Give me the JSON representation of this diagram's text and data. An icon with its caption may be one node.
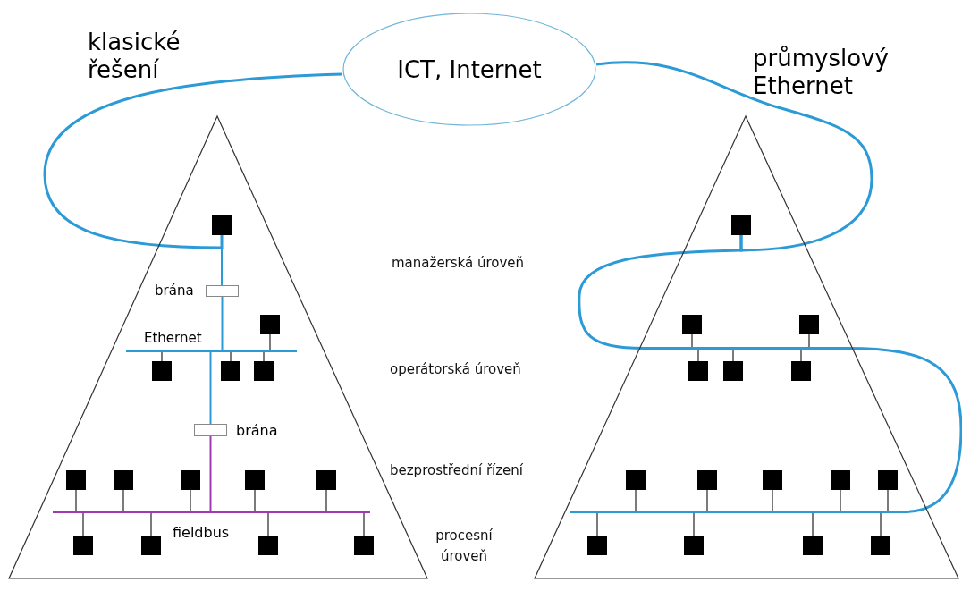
{
  "diagram": {
    "nodes": [
      {
        "text": [
          "ICT, Internet"
        ]
      },
      {
        "text": [],
        "shape": "triangle",
        "beside": [
          "klasické řešení"
        ]
      },
      {
        "text": [],
        "shape": "triangle",
        "beside": [
          "průmyslový Ethernet"
        ]
      },
      {
        "text": [],
        "shape": "box",
        "in": 1
      },
      {
        "text": [],
        "shape": "box",
        "in": 1,
        "beside": [
          "brána"
        ]
      },
      {
        "text": [],
        "shape": "bar",
        "in": 1,
        "beside": [
          "Ethernet"
        ]
      },
      {
        "text": [],
        "shape": "box",
        "in": 1
      },
      {
        "text": [],
        "shape": "box",
        "in": 1
      },
      {
        "text": [],
        "shape": "box",
        "in": 1
      },
      {
        "text": [],
        "shape": "box",
        "in": 1
      },
      {
        "text": [],
        "shape": "box",
        "in": 1,
        "beside": [
          "brána"
        ]
      },
      {
        "text": [],
        "shape": "box",
        "in": 1
      },
      {
        "text": [],
        "shape": "box",
        "in": 1
      },
      {
        "text": [],
        "shape": "box",
        "in": 1
      },
      {
        "text": [],
        "shape": "box",
        "in": 1
      },
      {
        "text": [],
        "shape": "box",
        "in": 1
      },
      {
        "text": [],
        "shape": "bar",
        "in": 1,
        "beside": [
          "fieldbus"
        ]
      },
      {
        "text": [],
        "shape": "box",
        "in": 1
      },
      {
        "text": [],
        "shape": "box",
        "in": 1
      },
      {
        "text": [],
        "shape": "box",
        "in": 1
      },
      {
        "text": [],
        "shape": "box",
        "in": 1
      },
      {
        "text": [],
        "shape": "box",
        "in": 2
      },
      {
        "text": [],
        "shape": "box",
        "in": 2
      },
      {
        "text": [],
        "shape": "box",
        "in": 2
      },
      {
        "text": [],
        "shape": "bar",
        "in": 2
      },
      {
        "text": [],
        "shape": "box",
        "in": 2
      },
      {
        "text": [],
        "shape": "box",
        "in": 2
      },
      {
        "text": [],
        "shape": "box",
        "in": 2
      },
      {
        "text": [],
        "shape": "box",
        "in": 2
      },
      {
        "text": [],
        "shape": "box",
        "in": 2
      },
      {
        "text": [],
        "shape": "box",
        "in": 2
      },
      {
        "text": [],
        "shape": "box",
        "in": 2
      },
      {
        "text": [],
        "shape": "box",
        "in": 2
      },
      {
        "text": [],
        "shape": "bar",
        "in": 2
      },
      {
        "text": [],
        "shape": "box",
        "in": 2
      },
      {
        "text": [],
        "shape": "box",
        "in": 2
      },
      {
        "text": [],
        "shape": "box",
        "in": 2
      },
      {
        "text": [],
        "shape": "box",
        "in": 2
      }
    ],
    "edges": [
      {
        "from": 0,
        "to": 3,
        "arrow": "none",
        "style": "thick",
        "color": "#2b9ad6"
      },
      {
        "from": 3,
        "to": 4,
        "arrow": "none",
        "color": "#2b9ad6"
      },
      {
        "from": 4,
        "to": 5,
        "arrow": "none",
        "color": "#2b9ad6"
      },
      {
        "from": 6,
        "to": 5,
        "arrow": "none"
      },
      {
        "from": 7,
        "to": 5,
        "arrow": "none"
      },
      {
        "from": 8,
        "to": 5,
        "arrow": "none"
      },
      {
        "from": 9,
        "to": 5,
        "arrow": "none"
      },
      {
        "from": 5,
        "to": 10,
        "arrow": "none",
        "color": "#2b9ad6"
      },
      {
        "from": 10,
        "to": 16,
        "arrow": "none",
        "color": "#a238b4"
      },
      {
        "from": 11,
        "to": 16,
        "arrow": "none"
      },
      {
        "from": 12,
        "to": 16,
        "arrow": "none"
      },
      {
        "from": 13,
        "to": 16,
        "arrow": "none"
      },
      {
        "from": 14,
        "to": 16,
        "arrow": "none"
      },
      {
        "from": 15,
        "to": 16,
        "arrow": "none"
      },
      {
        "from": 17,
        "to": 16,
        "arrow": "none"
      },
      {
        "from": 18,
        "to": 16,
        "arrow": "none"
      },
      {
        "from": 19,
        "to": 16,
        "arrow": "none"
      },
      {
        "from": 20,
        "to": 16,
        "arrow": "none"
      },
      {
        "from": 0,
        "to": 21,
        "arrow": "none",
        "style": "thick",
        "color": "#2b9ad6"
      },
      {
        "from": 21,
        "to": 24,
        "arrow": "none",
        "style": "thick",
        "color": "#2b9ad6"
      },
      {
        "from": 22,
        "to": 24,
        "arrow": "none"
      },
      {
        "from": 23,
        "to": 24,
        "arrow": "none"
      },
      {
        "from": 25,
        "to": 24,
        "arrow": "none"
      },
      {
        "from": 26,
        "to": 24,
        "arrow": "none"
      },
      {
        "from": 27,
        "to": 24,
        "arrow": "none"
      },
      {
        "from": 24,
        "to": 33,
        "arrow": "none",
        "style": "thick",
        "color": "#2b9ad6"
      },
      {
        "from": 28,
        "to": 33,
        "arrow": "none"
      },
      {
        "from": 29,
        "to": 33,
        "arrow": "none"
      },
      {
        "from": 30,
        "to": 33,
        "arrow": "none"
      },
      {
        "from": 31,
        "to": 33,
        "arrow": "none"
      },
      {
        "from": 32,
        "to": 33,
        "arrow": "none"
      },
      {
        "from": 34,
        "to": 33,
        "arrow": "none"
      },
      {
        "from": 35,
        "to": 33,
        "arrow": "none"
      },
      {
        "from": 36,
        "to": 33,
        "arrow": "none"
      },
      {
        "from": 37,
        "to": 33,
        "arrow": "none"
      }
    ],
    "labels": [
      "manažerská úroveň",
      "operátorská úroveň",
      "bezprostřední řízení",
      "procesní úroveň"
    ]
  }
}
